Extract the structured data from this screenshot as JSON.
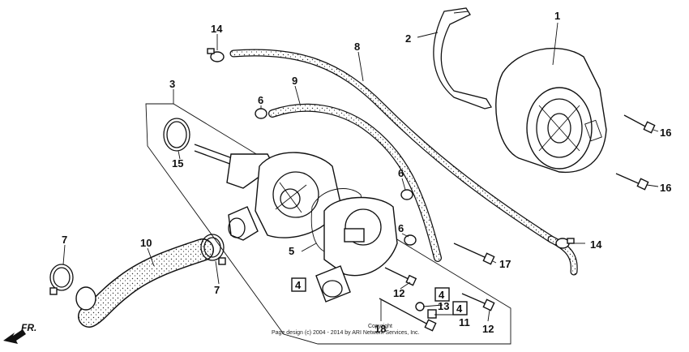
{
  "callouts": [
    {
      "id": "1",
      "label": "1"
    },
    {
      "id": "2",
      "label": "2"
    },
    {
      "id": "3",
      "label": "3"
    },
    {
      "id": "4a",
      "label": "4"
    },
    {
      "id": "4b",
      "label": "4"
    },
    {
      "id": "4c",
      "label": "4"
    },
    {
      "id": "5",
      "label": "5"
    },
    {
      "id": "6a",
      "label": "6"
    },
    {
      "id": "6b",
      "label": "6"
    },
    {
      "id": "6c",
      "label": "6"
    },
    {
      "id": "7a",
      "label": "7"
    },
    {
      "id": "7b",
      "label": "7"
    },
    {
      "id": "8",
      "label": "8"
    },
    {
      "id": "9",
      "label": "9"
    },
    {
      "id": "10",
      "label": "10"
    },
    {
      "id": "11",
      "label": "11"
    },
    {
      "id": "12a",
      "label": "12"
    },
    {
      "id": "12b",
      "label": "12"
    },
    {
      "id": "13",
      "label": "13"
    },
    {
      "id": "14a",
      "label": "14"
    },
    {
      "id": "14b",
      "label": "14"
    },
    {
      "id": "15",
      "label": "15"
    },
    {
      "id": "16a",
      "label": "16"
    },
    {
      "id": "16b",
      "label": "16"
    },
    {
      "id": "17",
      "label": "17"
    },
    {
      "id": "18",
      "label": "18"
    }
  ],
  "direction_label": "FR.",
  "copyright": {
    "line1": "Copyright",
    "line2": "Page design (c) 2004 - 2014 by ARI Network Services, Inc."
  }
}
